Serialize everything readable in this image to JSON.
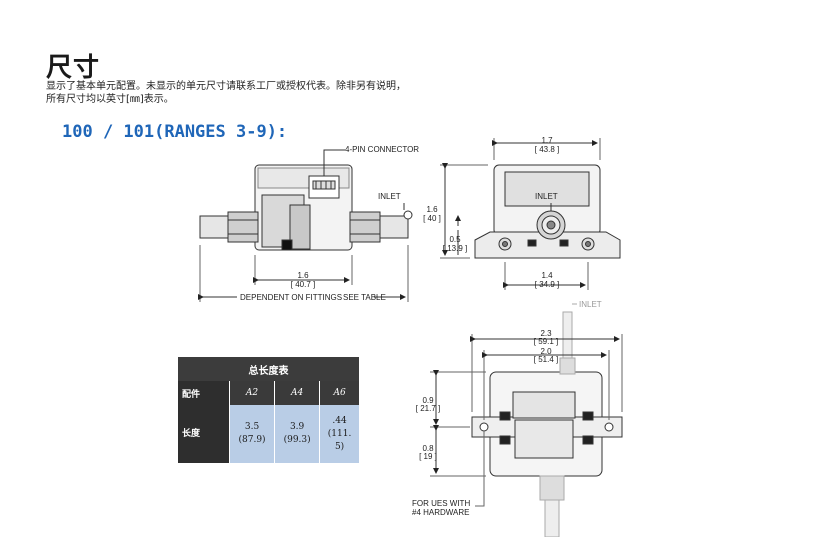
{
  "title": "尺寸",
  "intro": "显示了基本单元配置。未显示的单元尺寸请联系工厂或授权代表。除非另有说明，所有尺寸均以英寸[㎜]表示。",
  "section_heading": "100 / 101(RANGES 3-9):",
  "drawing_labels": {
    "connector": "4-PIN CONNECTOR",
    "inlet_side": "INLET",
    "inlet_front": "INLET",
    "inlet_top": "INLET",
    "dim_a_in": "1.6",
    "dim_a_mm": "[ 40.7 ]",
    "fittings_note": "DEPENDENT ON FITTINGS",
    "see_table": "SEE TABLE",
    "dim_b_in": "1.6",
    "dim_b_mm": "[ 40 ]",
    "dim_c_in": "0.5",
    "dim_c_mm": "[ 13.9 ]",
    "dim_d_in": "1.7",
    "dim_d_mm": "[ 43.8 ]",
    "dim_e_in": "1.4",
    "dim_e_mm": "[ 34.9 ]",
    "dim_f_in": "2.3",
    "dim_f_mm": "[ 59.1 ]",
    "dim_g_in": "2.0",
    "dim_g_mm": "[ 51.4 ]",
    "dim_h_in": "0.9",
    "dim_h_mm": "[ 21.7 ]",
    "dim_i_in": "0.8",
    "dim_i_mm": "[ 19 ]",
    "hardware_note_1": "FOR UES WITH",
    "hardware_note_2": "#4 HARDWARE"
  },
  "length_table": {
    "title": "总长度表",
    "row_fitting_label": "配件",
    "row_length_label": "长度",
    "columns": [
      {
        "fitting": "A2",
        "length_in": "3.5",
        "length_mm": "(87.9)"
      },
      {
        "fitting": "A4",
        "length_in": "3.9",
        "length_mm": "(99.3)"
      },
      {
        "fitting": "A6",
        "length_in": ".44",
        "length_mm": "(111.",
        "length_mm_2": "5)"
      }
    ]
  }
}
